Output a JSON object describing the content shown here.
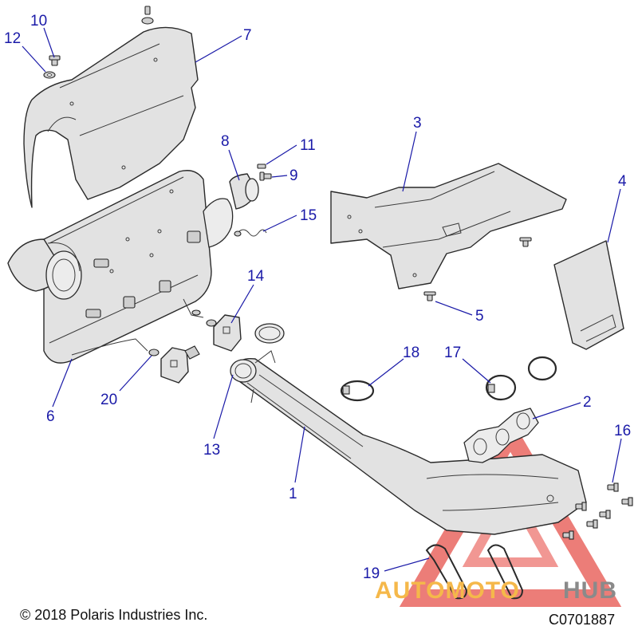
{
  "callouts": [
    {
      "id": "1",
      "text": "1"
    },
    {
      "id": "2",
      "text": "2"
    },
    {
      "id": "3",
      "text": "3"
    },
    {
      "id": "4",
      "text": "4"
    },
    {
      "id": "5",
      "text": "5"
    },
    {
      "id": "6",
      "text": "6"
    },
    {
      "id": "7",
      "text": "7"
    },
    {
      "id": "8",
      "text": "8"
    },
    {
      "id": "9",
      "text": "9"
    },
    {
      "id": "10",
      "text": "10"
    },
    {
      "id": "11",
      "text": "11"
    },
    {
      "id": "12",
      "text": "12"
    },
    {
      "id": "13",
      "text": "13"
    },
    {
      "id": "14",
      "text": "14"
    },
    {
      "id": "15",
      "text": "15"
    },
    {
      "id": "16",
      "text": "16"
    },
    {
      "id": "17",
      "text": "17"
    },
    {
      "id": "18",
      "text": "18"
    },
    {
      "id": "19",
      "text": "19"
    },
    {
      "id": "20",
      "text": "20"
    }
  ],
  "footer": {
    "copyright": "© 2018 Polaris Industries Inc.",
    "diagram_code": "C0701887"
  },
  "watermark": {
    "brand_auto": "AUTOMOTO",
    "brand_hub": "HUB",
    "triangle_color": "#e2342c",
    "auto_color": "#f5b84a",
    "hub_color": "#8a8a8a"
  },
  "colors": {
    "callout_color": "#1a1aa8",
    "part_fill": "#e2e2e2",
    "line_color": "#2a2a2a"
  }
}
